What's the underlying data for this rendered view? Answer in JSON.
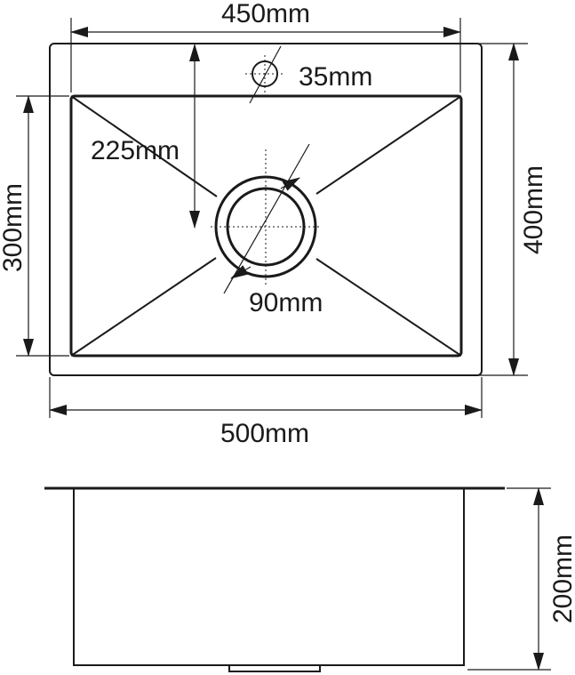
{
  "dimensions": {
    "top_width": "450mm",
    "tap_hole": "35mm",
    "drain_offset": "225mm",
    "bowl_depth_inner": "300mm",
    "outer_depth": "400mm",
    "drain_diameter": "90mm",
    "outer_width": "500mm",
    "height": "200mm"
  },
  "colors": {
    "line": "#1a1a1a",
    "background": "#ffffff"
  }
}
